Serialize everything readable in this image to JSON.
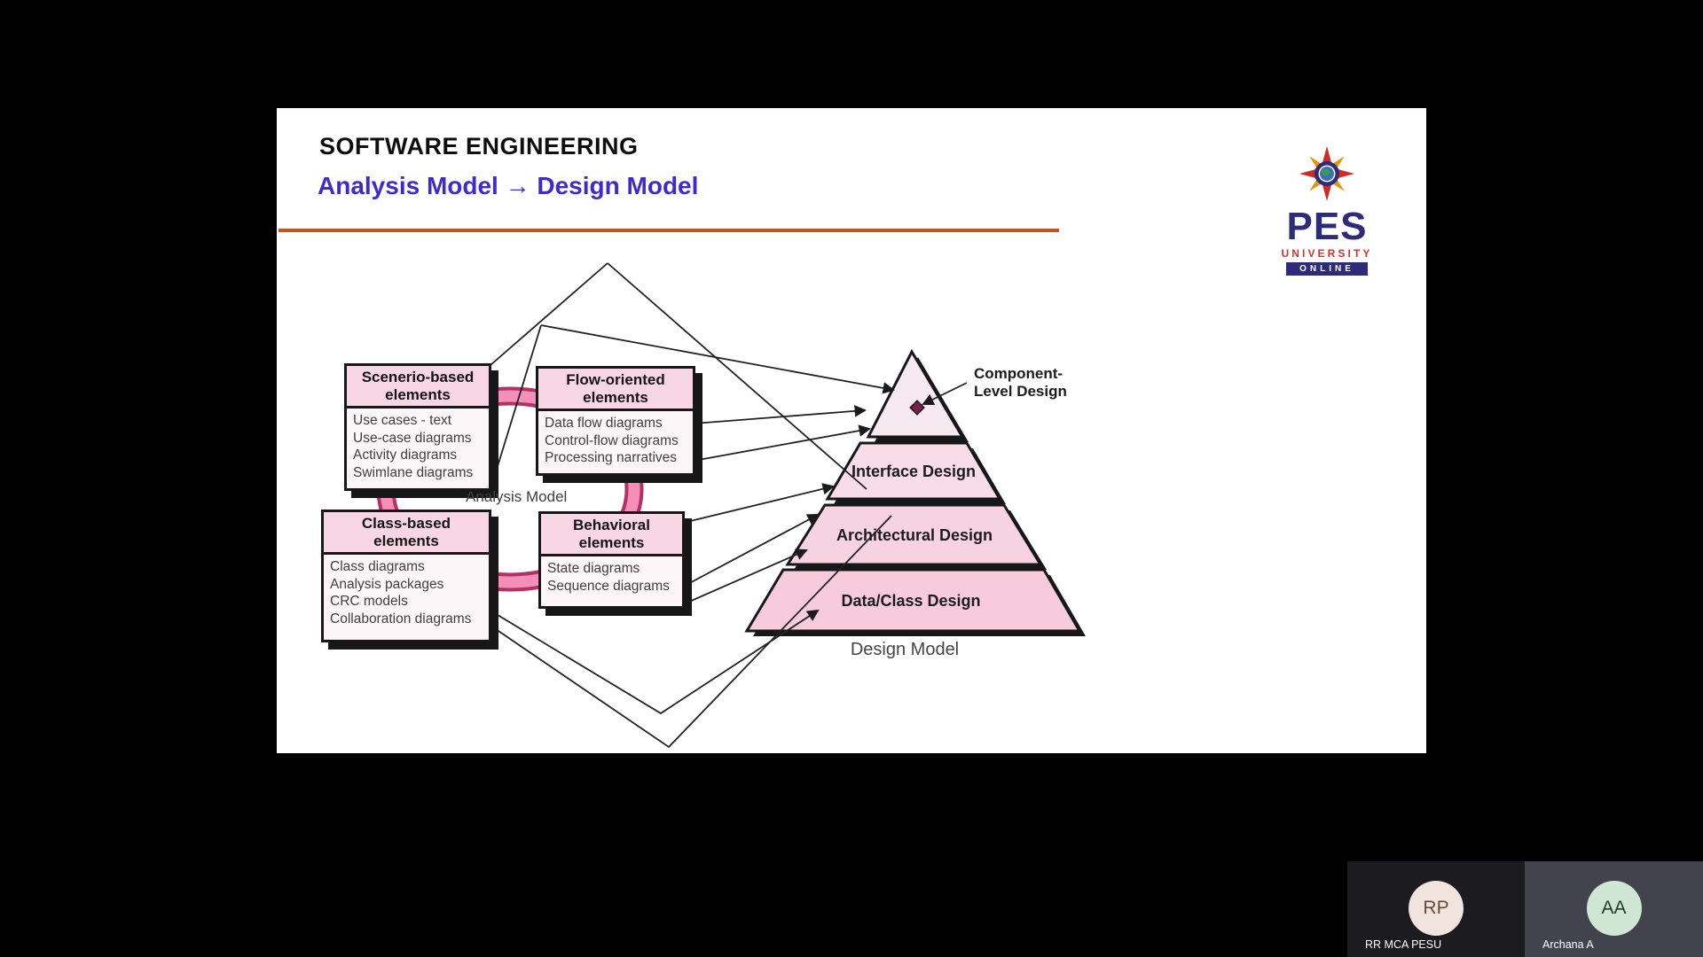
{
  "slide": {
    "title": "SOFTWARE ENGINEERING",
    "subtitle": "Analysis Model → Design Model",
    "title_color": "#0e0e0e",
    "subtitle_color": "#3d2bd0",
    "rule_color": "#c0571c",
    "background": "#ffffff"
  },
  "logo": {
    "acronym": "PES",
    "university": "UNIVERSITY",
    "online": "ONLINE",
    "navy": "#2e2b78",
    "red": "#d53330"
  },
  "diagram": {
    "analysis_caption": "Analysis Model",
    "design_caption": "Design Model",
    "line_color": "#222222",
    "ring": {
      "border_color": "#b23267",
      "fill_color": "#f48fb8"
    },
    "box_header_bg": "#f8d6e3",
    "box_body_bg": "#fdf6f8",
    "boxes": [
      {
        "title_lines": [
          "Scenerio-based",
          "elements"
        ],
        "items": [
          "Use cases - text",
          "Use-case diagrams",
          "Activity diagrams",
          "Swimlane diagrams"
        ]
      },
      {
        "title_lines": [
          "Flow-oriented",
          "elements"
        ],
        "items": [
          "Data flow diagrams",
          "Control-flow diagrams",
          "Processing narratives"
        ]
      },
      {
        "title_lines": [
          "Class-based",
          "elements"
        ],
        "items": [
          "Class diagrams",
          "Analysis packages",
          "CRC models",
          "Collaboration diagrams"
        ]
      },
      {
        "title_lines": [
          "Behavioral",
          "elements"
        ],
        "items": [
          "State diagrams",
          "Sequence diagrams"
        ]
      }
    ],
    "pyramid": {
      "callout_lines": [
        "Component-",
        "Level Design"
      ],
      "levels": [
        {
          "name": "Component-Level Design",
          "color": "#f6e9f0"
        },
        {
          "name": "Interface Design",
          "color": "#f8dde9"
        },
        {
          "name": "Architectural Design",
          "color": "#f7d3e1"
        },
        {
          "name": "Data/Class Design",
          "color": "#f7cbdc"
        }
      ],
      "diamond_color": "#7e1f4e",
      "shadow_color": "#171717"
    }
  },
  "meeting": {
    "participants": [
      {
        "initials": "RP",
        "name": "RR MCA  PESU",
        "tile_bg": "#1b1b20",
        "avatar_bg": "#f1e3de",
        "avatar_fg": "#6a4a3c"
      },
      {
        "initials": "AA",
        "name": "Archana A",
        "tile_bg": "#43434d",
        "avatar_bg": "#cee6d3",
        "avatar_fg": "#1e3b2c"
      }
    ]
  }
}
